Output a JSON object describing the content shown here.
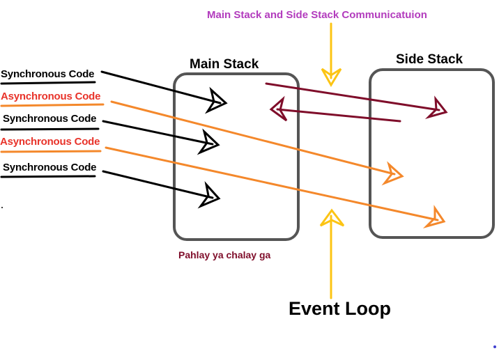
{
  "title": "Main Stack and Side Stack Communicatuion",
  "main_stack": {
    "title": "Main Stack",
    "caption": "Pahlay ya chalay ga"
  },
  "side_stack": {
    "title": "Side Stack"
  },
  "event_loop": "Event Loop",
  "code_items": [
    {
      "text": "Synchronous Code",
      "kind": "sync"
    },
    {
      "text": "Asynchronous Code",
      "kind": "async"
    },
    {
      "text": "Synchronous Code",
      "kind": "sync"
    },
    {
      "text": "Asynchronous Code",
      "kind": "async"
    },
    {
      "text": "Synchronous Code",
      "kind": "sync"
    }
  ],
  "colors": {
    "title": "#b23bbd",
    "sync": "#000000",
    "async_text": "#e8332a",
    "async_arrow": "#f4882b",
    "communication_arrow": "#7f0d2a",
    "event_loop_arrow": "#fcc414",
    "box": "#555555",
    "caption": "#7f0d2a"
  }
}
